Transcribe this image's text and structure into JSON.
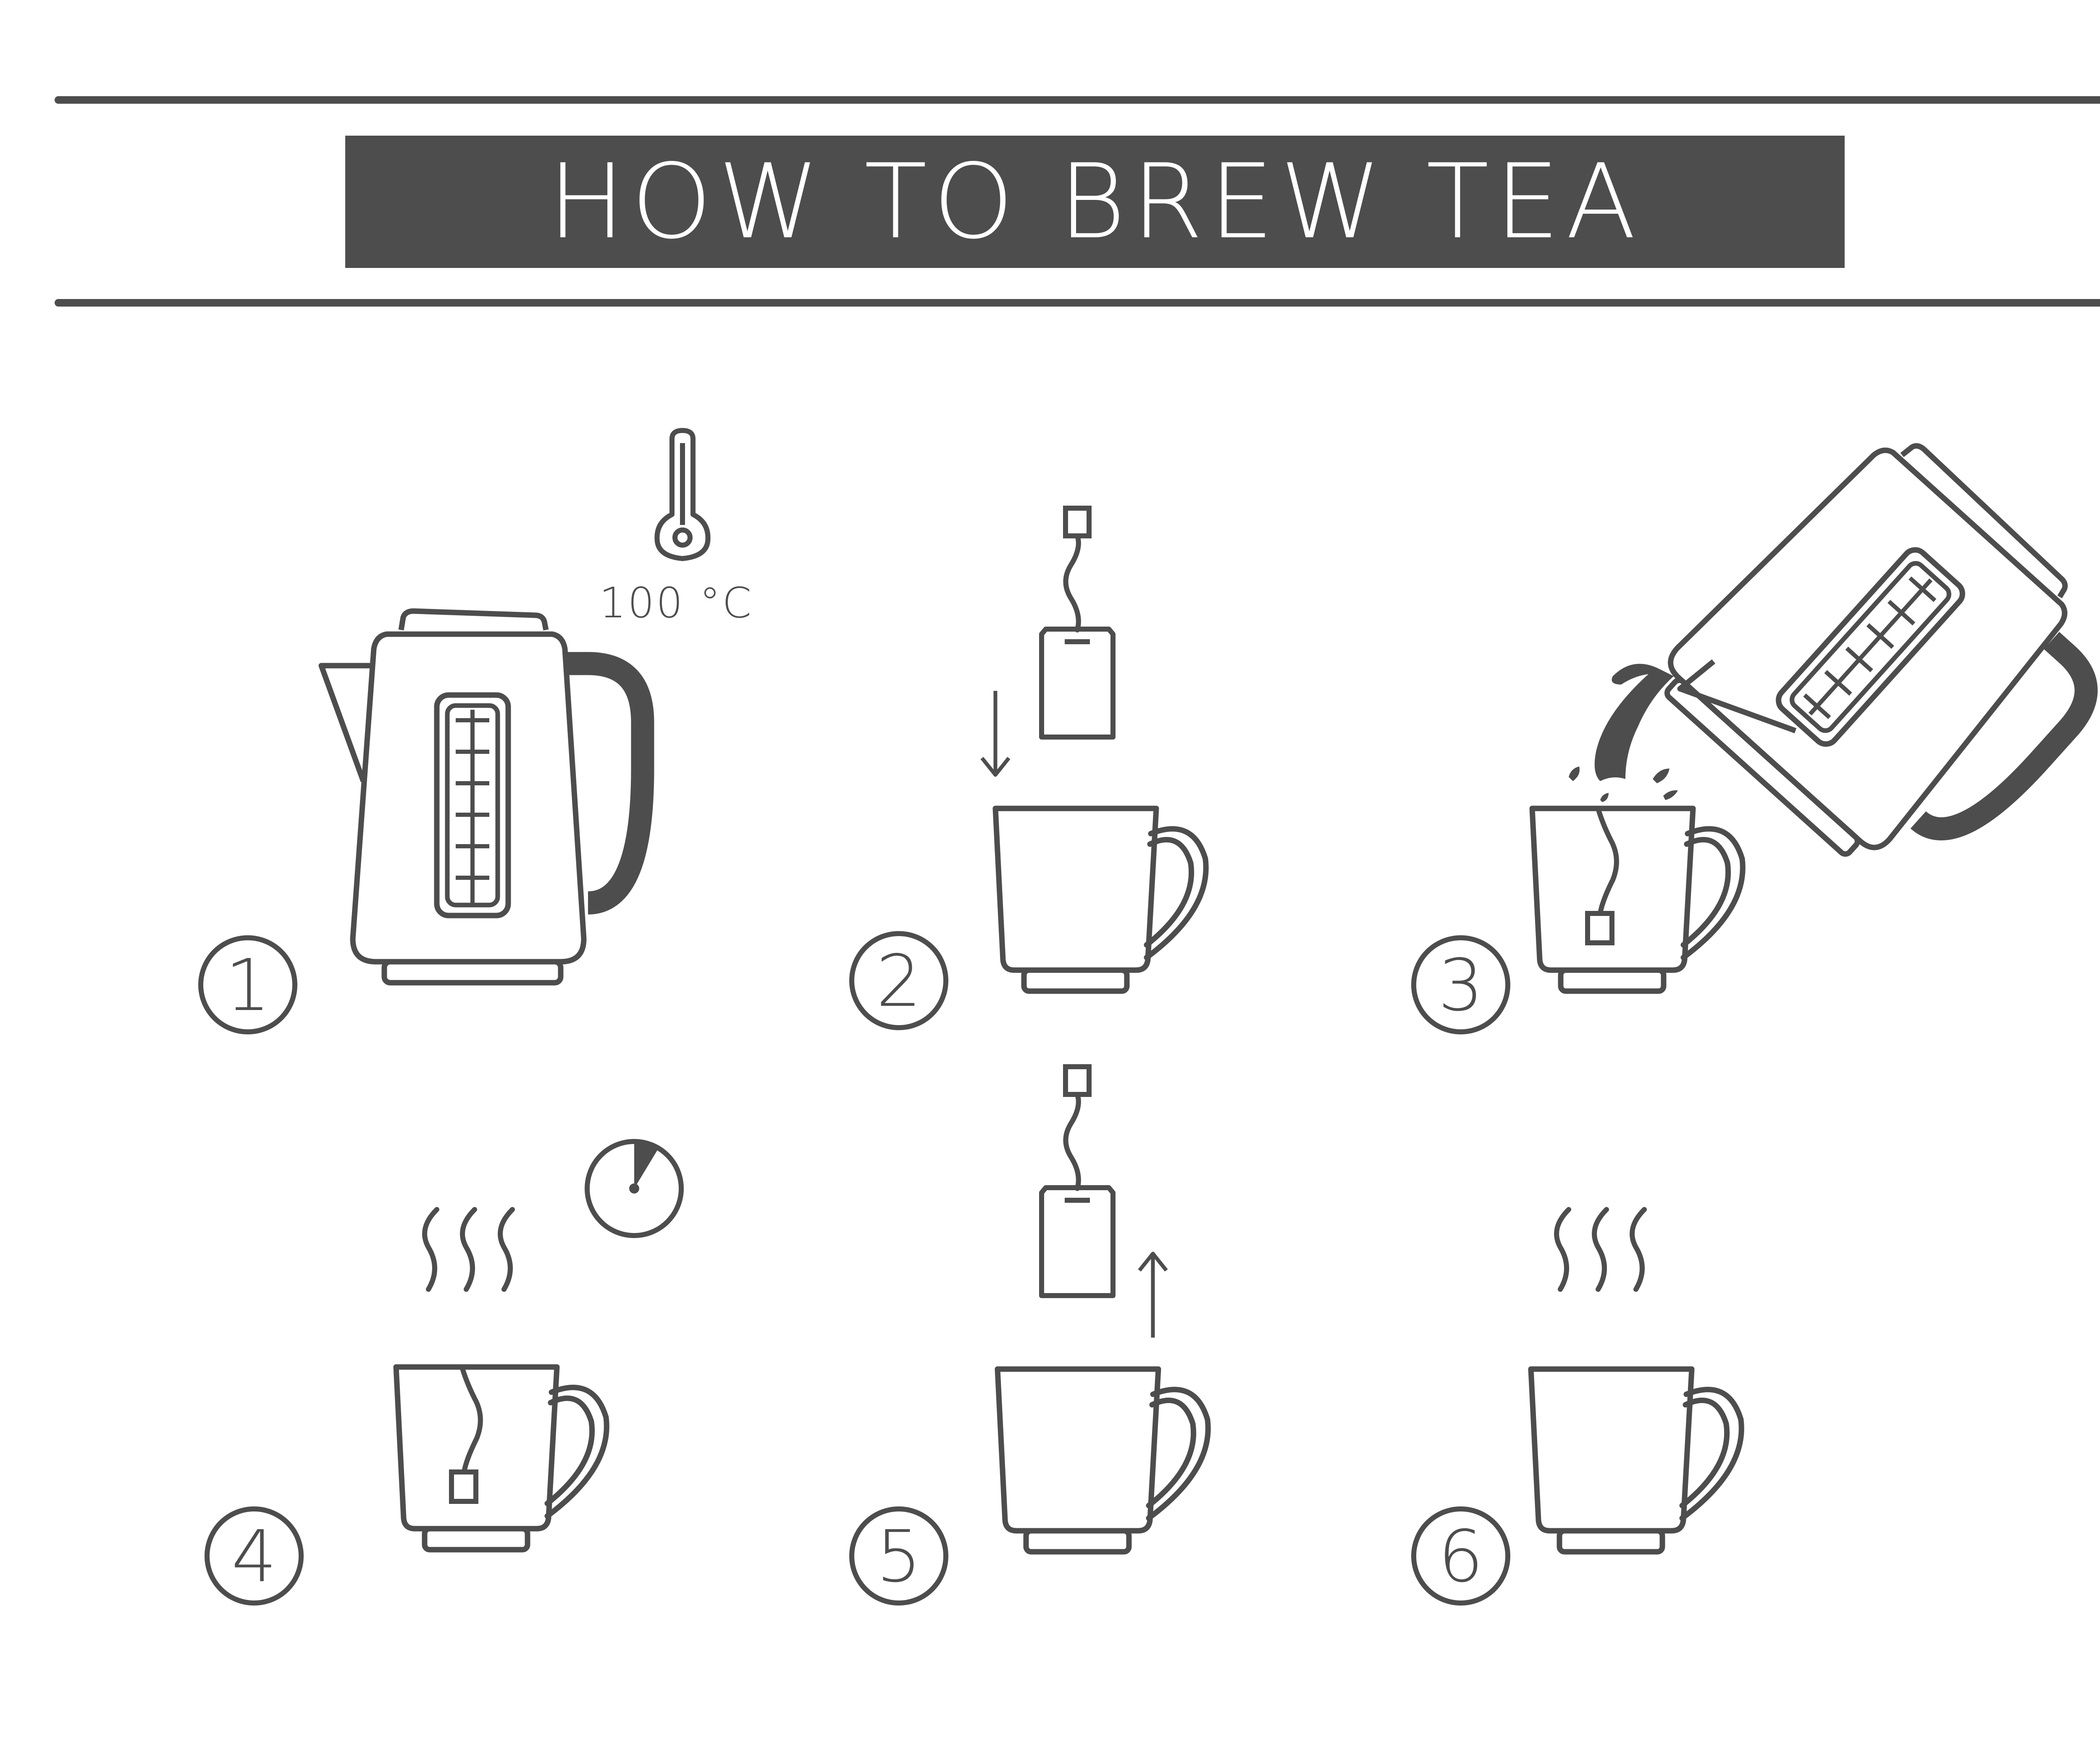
{
  "title": "HOW TO BREW TEA",
  "temperature_label": "100 °C",
  "steps": [
    {
      "number": "1"
    },
    {
      "number": "2"
    },
    {
      "number": "3"
    },
    {
      "number": "4"
    },
    {
      "number": "5"
    },
    {
      "number": "6"
    }
  ],
  "icons": [
    "kettle-icon",
    "thermometer-icon",
    "teabag-icon",
    "cup-icon",
    "arrow-down-icon",
    "arrow-up-icon",
    "pouring-kettle-icon",
    "steam-icon",
    "timer-icon"
  ],
  "colors": {
    "ink": "#4d4d4d",
    "background": "#ffffff",
    "banner_text": "#ffffff"
  }
}
